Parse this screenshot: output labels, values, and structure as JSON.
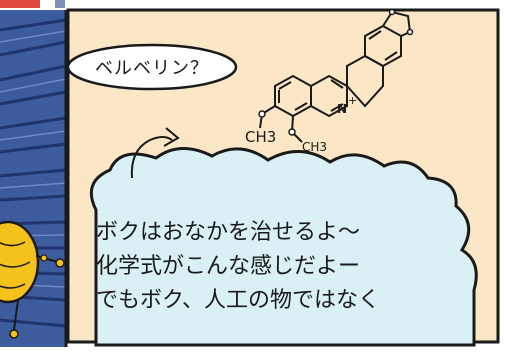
{
  "speech_bubble": {
    "text": "ベルベリン？"
  },
  "formula": {
    "substituent_1": "CH3",
    "substituent_2": "CH3",
    "charge": "+",
    "heteroatom": "N"
  },
  "narration": {
    "lines": [
      "ボクはおなかを治せるよ〜",
      "化学式がこんな感じだよー",
      "でもボク、人工の物ではなく"
    ]
  },
  "colors": {
    "panel_background": "#fbe6c6",
    "narration_cloud": "#d9f0f4",
    "blue_rays": "#3c5c9e",
    "ink": "#1a1a1a",
    "character_yellow": "#f4c21a",
    "top_strip_red": "#e14a3c"
  }
}
